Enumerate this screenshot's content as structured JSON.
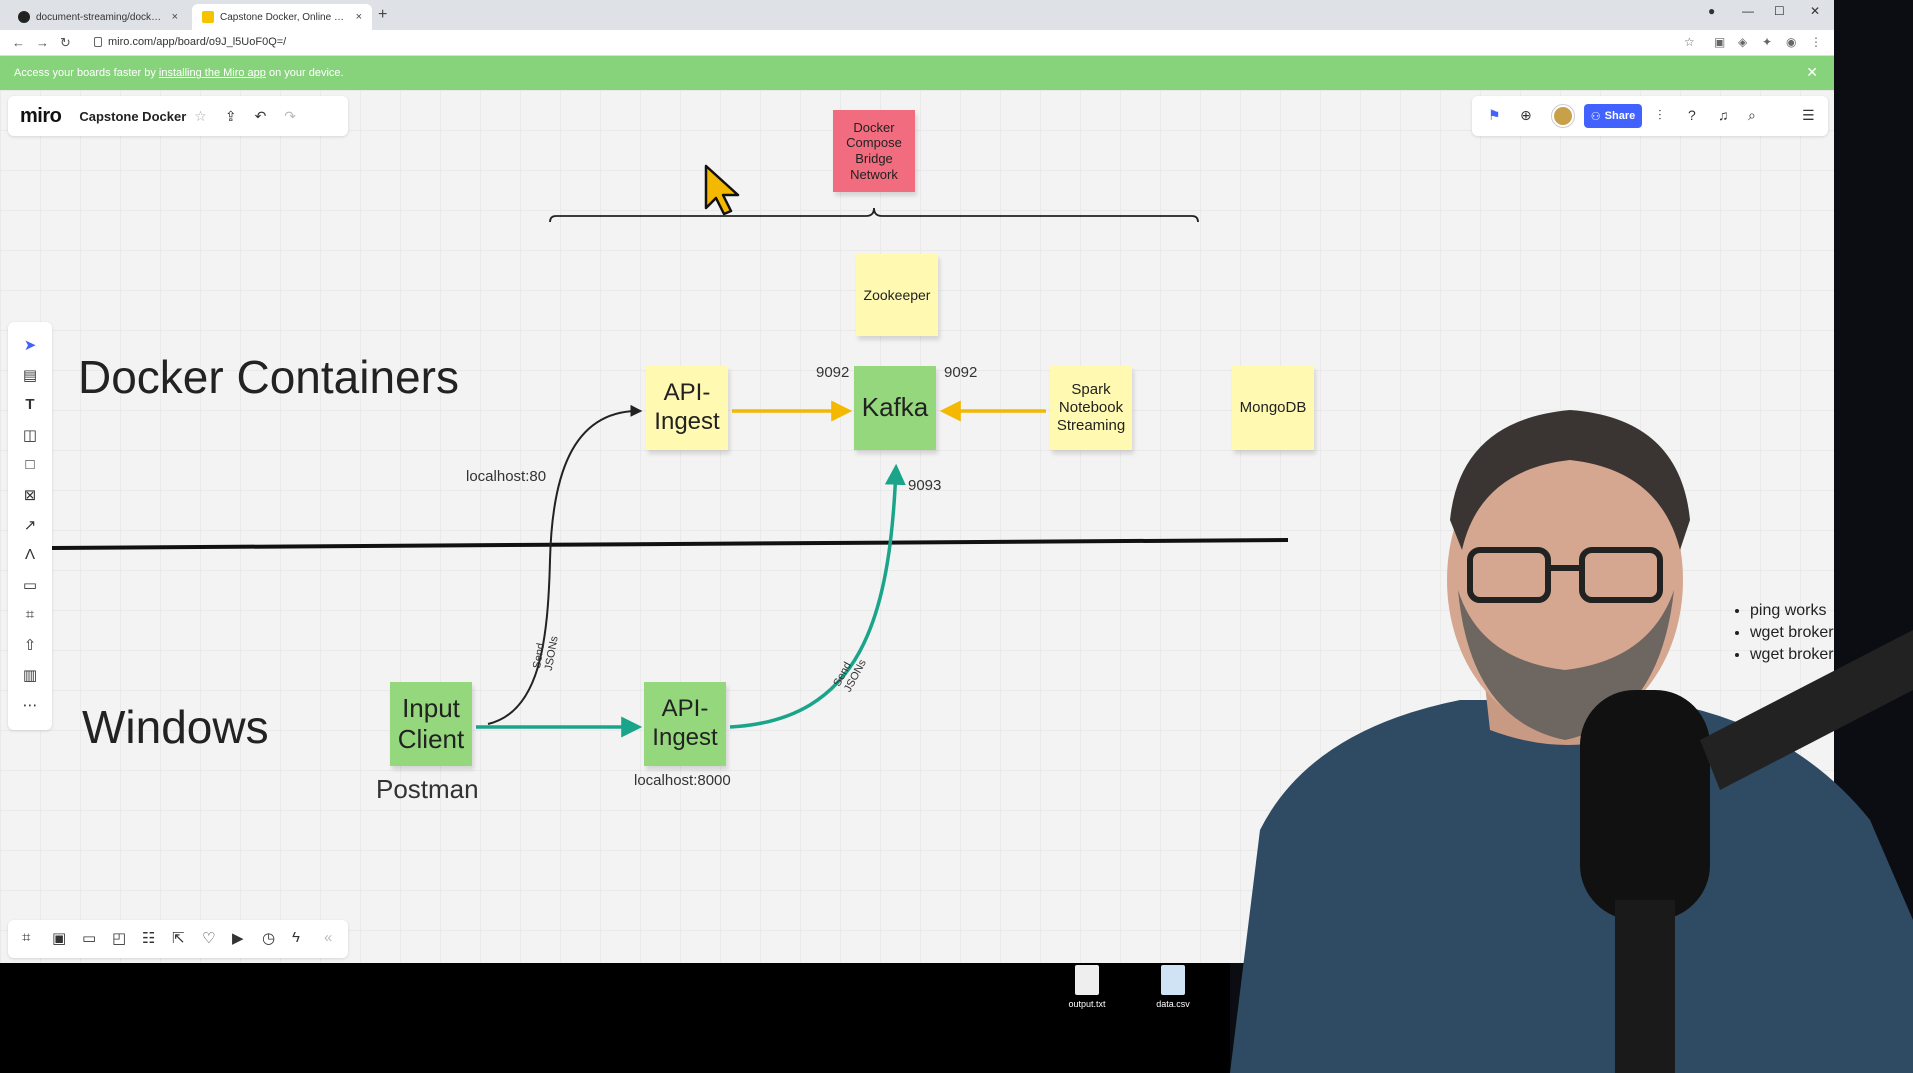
{
  "browser": {
    "tabs": [
      {
        "title": "document-streaming/docker-co"
      },
      {
        "title": "Capstone Docker, Online Whiteb"
      }
    ],
    "new_tab": "+",
    "tab_close": "×",
    "url": "miro.com/app/board/o9J_l5UoF0Q=/"
  },
  "banner": {
    "prefix": "Access your boards faster by ",
    "link": "installing the Miro app",
    "suffix": " on your device."
  },
  "miro": {
    "logo": "miro",
    "board_name": "Capstone Docker",
    "share_label": "Share"
  },
  "diagram": {
    "network_note": "Docker Compose Bridge Network",
    "zookeeper": "Zookeeper",
    "kafka": "Kafka",
    "api_ingest_top": "API-Ingest",
    "spark": "Spark Notebook Streaming",
    "mongodb": "MongoDB",
    "input_client": "Input Client",
    "api_ingest_bottom": "API-Ingest",
    "docker_containers": "Docker Containers",
    "windows": "Windows",
    "postman": "Postman",
    "port_9092_left": "9092",
    "port_9092_right": "9092",
    "port_9093": "9093",
    "localhost_80": "localhost:80",
    "localhost_8000": "localhost:8000",
    "send_jsons_1": "Send JSONs",
    "send_jsons_2": "Send JSONs"
  },
  "notes": {
    "bullets": [
      "ping works",
      "wget broker",
      "wget broker"
    ]
  },
  "desktop": {
    "files": [
      "output.txt",
      "data.csv"
    ]
  },
  "colors": {
    "banner": "#87d37c",
    "share": "#4262ff",
    "yellow_arrow": "#f5b800",
    "teal_arrow": "#1aa58a",
    "sticky_yellow": "#fff9b1",
    "sticky_green": "#95d77c",
    "sticky_red": "#f16c7f"
  }
}
